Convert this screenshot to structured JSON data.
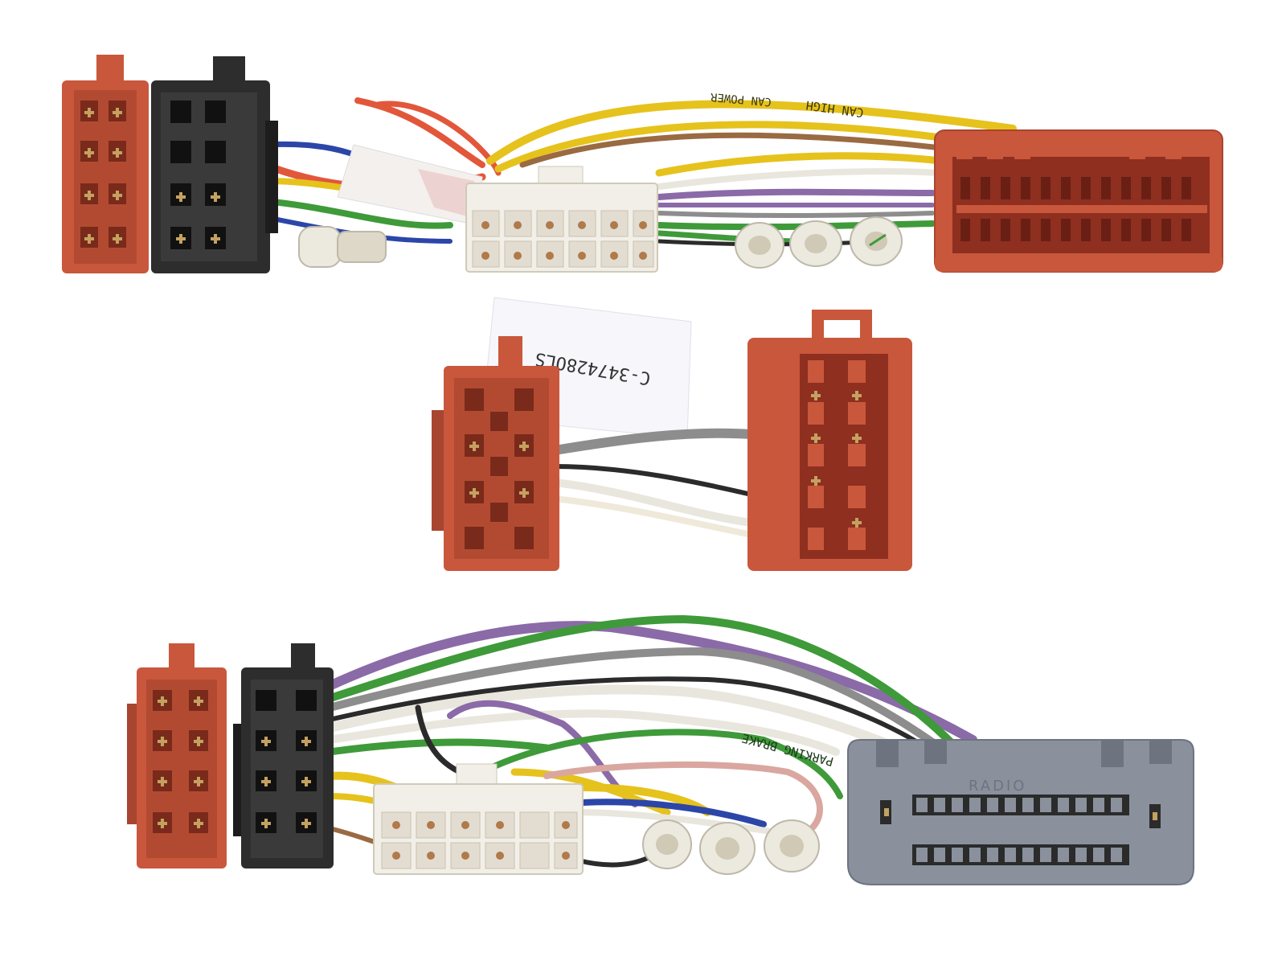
{
  "colors": {
    "background": "#ffffff",
    "connector_red": "#c9573c",
    "connector_red_dark": "#a84530",
    "connector_black": "#2d2d2d",
    "connector_white": "#f2efe8",
    "connector_grey": "#8a919d",
    "pin_gold": "#c4a160",
    "wire_yellow": "#e6c21c",
    "wire_green": "#3f9a3a",
    "wire_purple": "#8b6aa8",
    "wire_white": "#e9e6dd",
    "wire_grey": "#8d8d8d",
    "wire_black": "#2b2b2b",
    "wire_blue": "#2c46a8",
    "wire_orange": "#e2573a",
    "wire_brown": "#9a6a42",
    "wire_pink": "#d9a7a0"
  },
  "harness_top": {
    "wire_print_1": "CAN HIGH",
    "wire_print_2": "CAN POWER"
  },
  "harness_middle": {
    "label_text": "C-347428OLS"
  },
  "harness_bottom": {
    "wire_print": "PARKING BRAKE",
    "connector_print": "RADIO"
  }
}
